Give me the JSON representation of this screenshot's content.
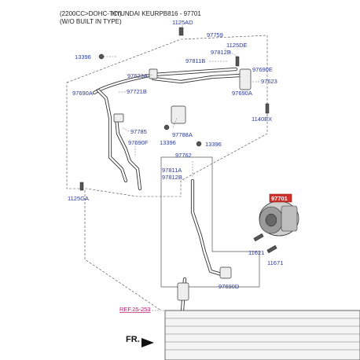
{
  "header": {
    "line1": "(2200CC>DOHC-TCI)",
    "line1_overlay": "HYUNDAI KEURPB816 - 97701",
    "line2": "(W/O BUILT IN TYPE)"
  },
  "labels": {
    "p1125AD": "1125AD",
    "p97759": "97759",
    "p1125DE": "1125DE",
    "p13396_top": "13396",
    "p97812B_top": "97812B",
    "p97811B": "97811B",
    "p97690E": "97690E",
    "p97623A": "97623A",
    "p97623": "97623",
    "p97690A_left": "97690A",
    "p97721B": "97721B",
    "p97690A_right": "97690A",
    "p1140EX": "1140EX",
    "p97785": "97785",
    "p97788A": "97788A",
    "p97690F": "97690F",
    "p13396_mid_left": "13396",
    "p13396_mid_right": "13396",
    "p97762": "97762",
    "p97811A": "97811A",
    "p97812B_bottom": "97812B",
    "p1125GA": "1125GA",
    "p97701": "97701",
    "p11621": "11621",
    "p11671": "11671",
    "p97690D": "97690D",
    "ref": "REF.25-253",
    "fr": "FR."
  },
  "colors": {
    "label": "#2b3a9b",
    "ref": "#c0207a",
    "highlight_box": "#d0302a",
    "line": "#333333"
  }
}
